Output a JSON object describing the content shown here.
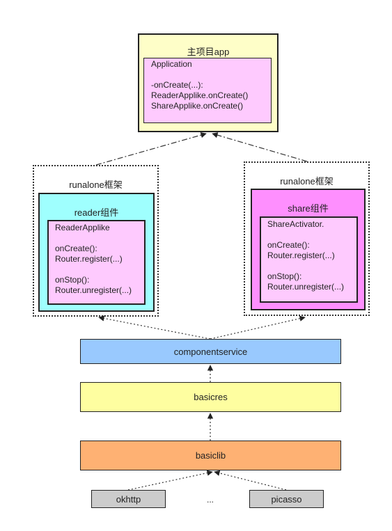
{
  "main_app": {
    "title": "主项目app",
    "inner": "Application\n\n-onCreate(...):\nReaderApplike.onCreate()\nShareApplike.onCreate()"
  },
  "left_frame": {
    "title": "runalone框架",
    "component_title": "reader组件",
    "inner": "ReaderApplike\n\nonCreate():\nRouter.register(...)\n\nonStop():\nRouter.unregister(...)"
  },
  "right_frame": {
    "title": "runalone框架",
    "component_title": "share组件",
    "inner": "ShareActivator.\n\nonCreate():\nRouter.register(...)\n\nonStop():\nRouter.unregister(...)"
  },
  "layers": {
    "componentservice": "componentservice",
    "basicres": "basicres",
    "basiclib": "basiclib"
  },
  "libs": {
    "left": "okhttp",
    "middle": "...",
    "right": "picasso"
  },
  "colors": {
    "app_bg": "#fefec8",
    "app_inner": "#fecafe",
    "reader_bg": "#9ffffe",
    "component_inner": "#fecafe",
    "share_bg": "#fe8ffe",
    "componentservice": "#99c9fe",
    "basicres": "#fefea0",
    "basiclib": "#feb173",
    "lib_box": "#cccccc"
  }
}
